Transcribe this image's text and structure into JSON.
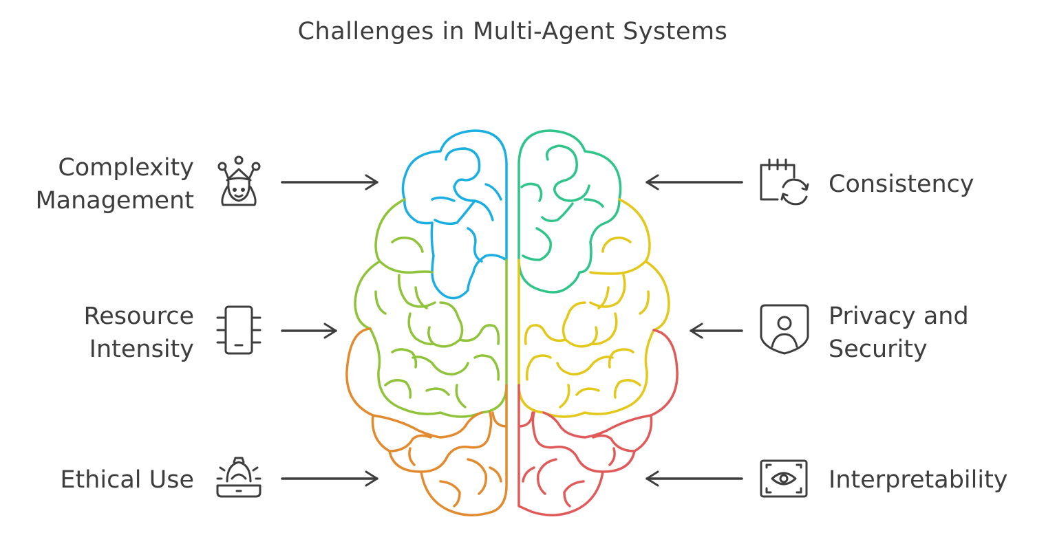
{
  "title": "Challenges in Multi-Agent Systems",
  "colors": {
    "text": "#3d3d3d",
    "arrow": "#3d3d3d",
    "brain_blue": "#1aaee3",
    "brain_green": "#2ec48a",
    "brain_lime": "#8fc43a",
    "brain_yellow": "#e3c81a",
    "brain_orange": "#e38a2e",
    "brain_red": "#e05a5a"
  },
  "challenges": {
    "complexity": {
      "line1": "Complexity",
      "line2": "Management",
      "icon": "queen-crown-icon"
    },
    "resource": {
      "line1": "Resource",
      "line2": "Intensity",
      "icon": "mobile-device-icon"
    },
    "ethical": {
      "line1": "Ethical Use",
      "icon": "gear-hand-icon"
    },
    "consistency": {
      "line1": "Consistency",
      "icon": "calendar-sync-icon"
    },
    "privacy": {
      "line1": "Privacy and",
      "line2": "Security",
      "icon": "shield-user-icon"
    },
    "interpretability": {
      "line1": "Interpretability",
      "icon": "eye-frame-icon"
    }
  }
}
